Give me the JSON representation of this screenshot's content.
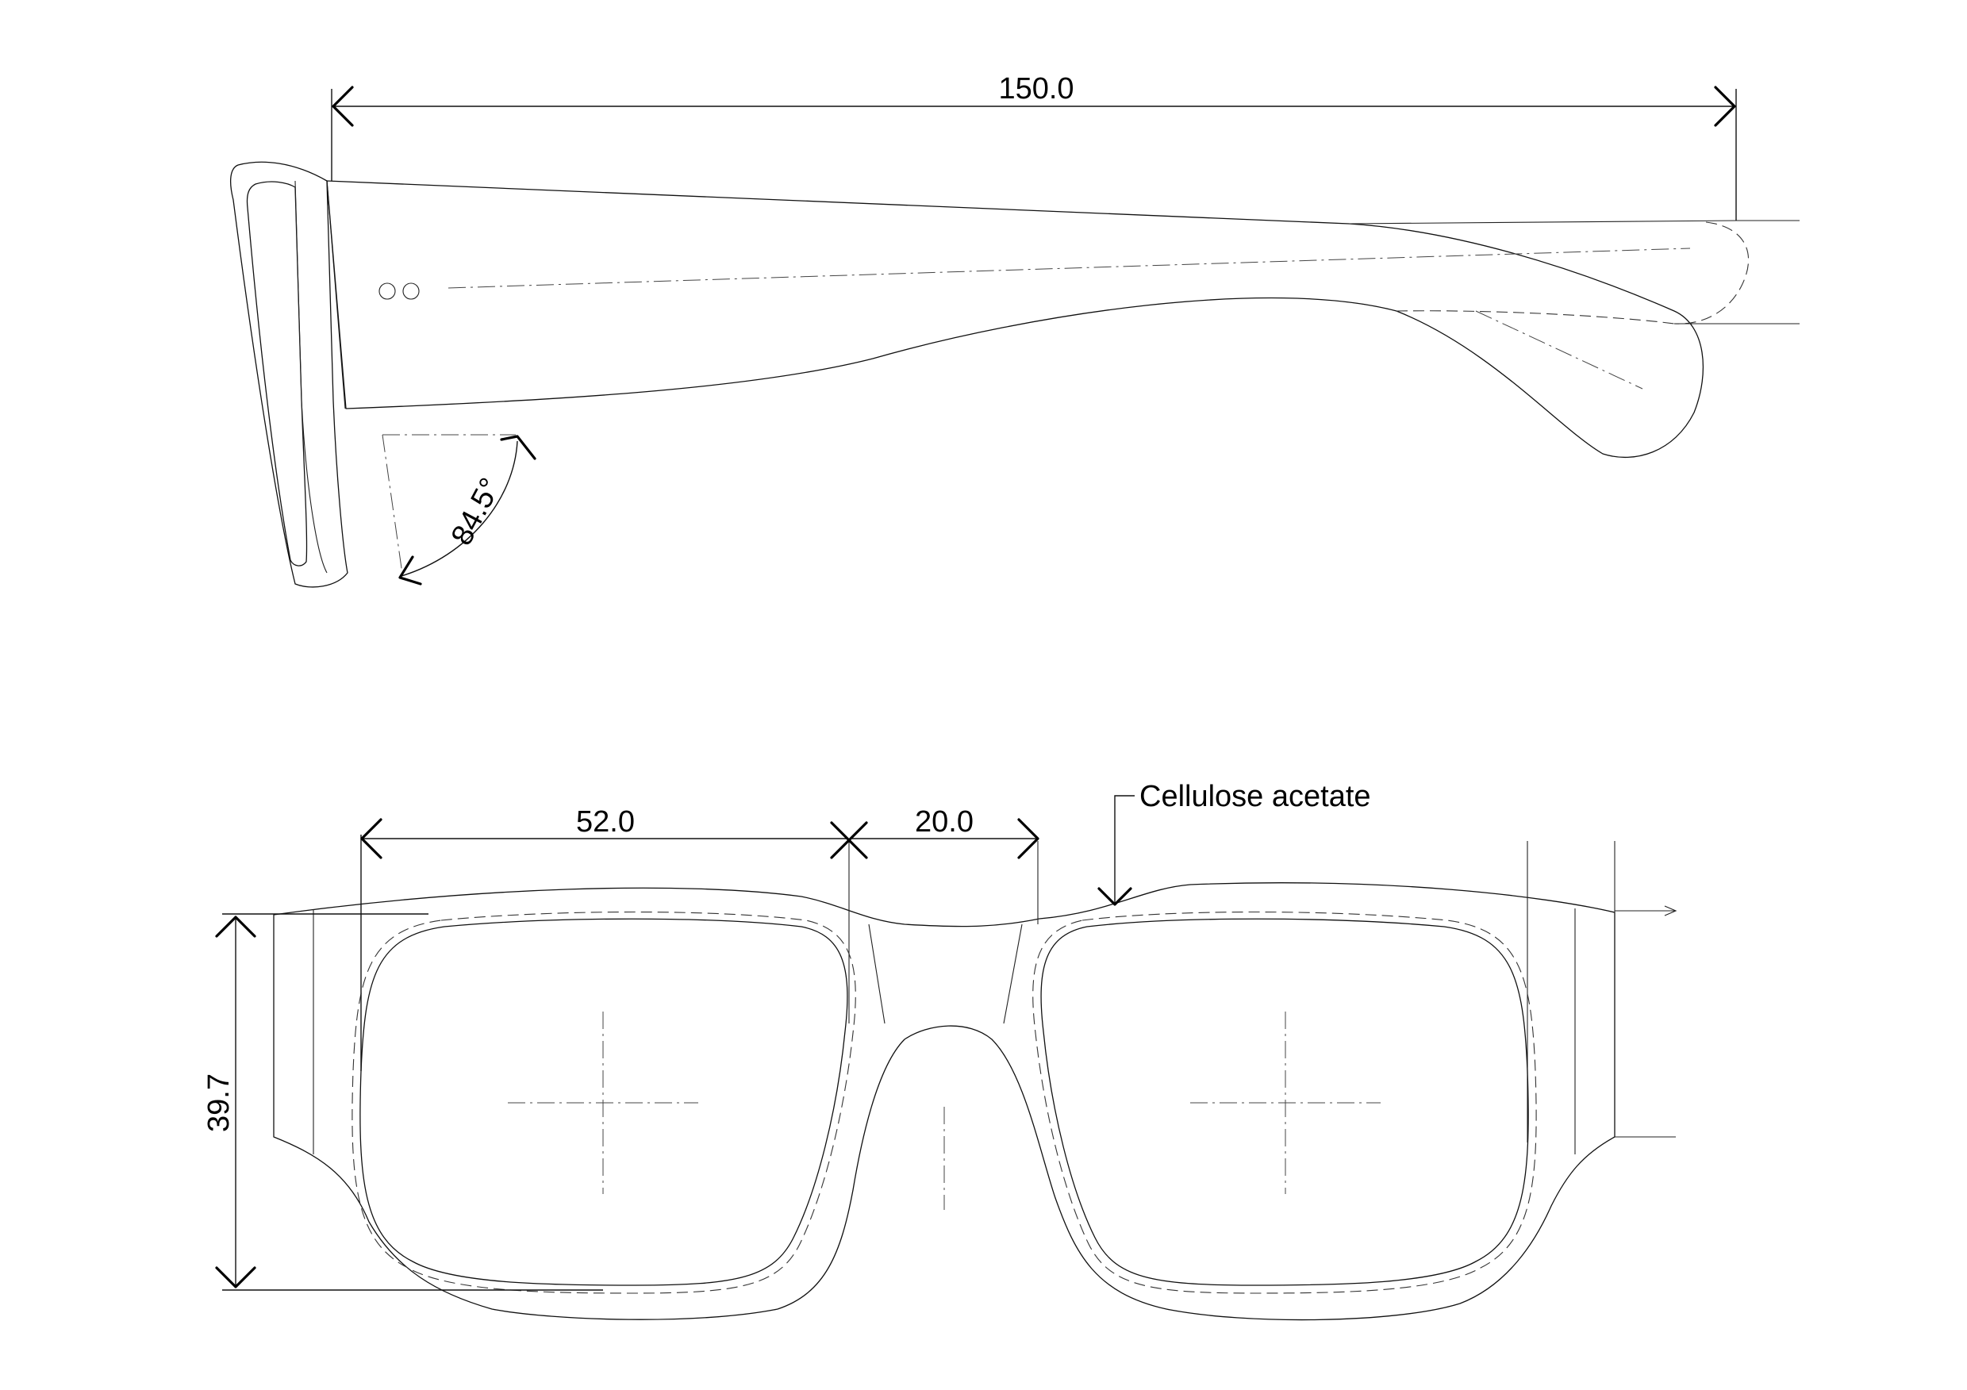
{
  "side_view": {
    "temple_length": "150.0",
    "pantoscopic_angle": "84.5°"
  },
  "front_view": {
    "lens_width": "52.0",
    "bridge_width": "20.0",
    "lens_height": "39.7",
    "material": "Cellulose acetate"
  }
}
